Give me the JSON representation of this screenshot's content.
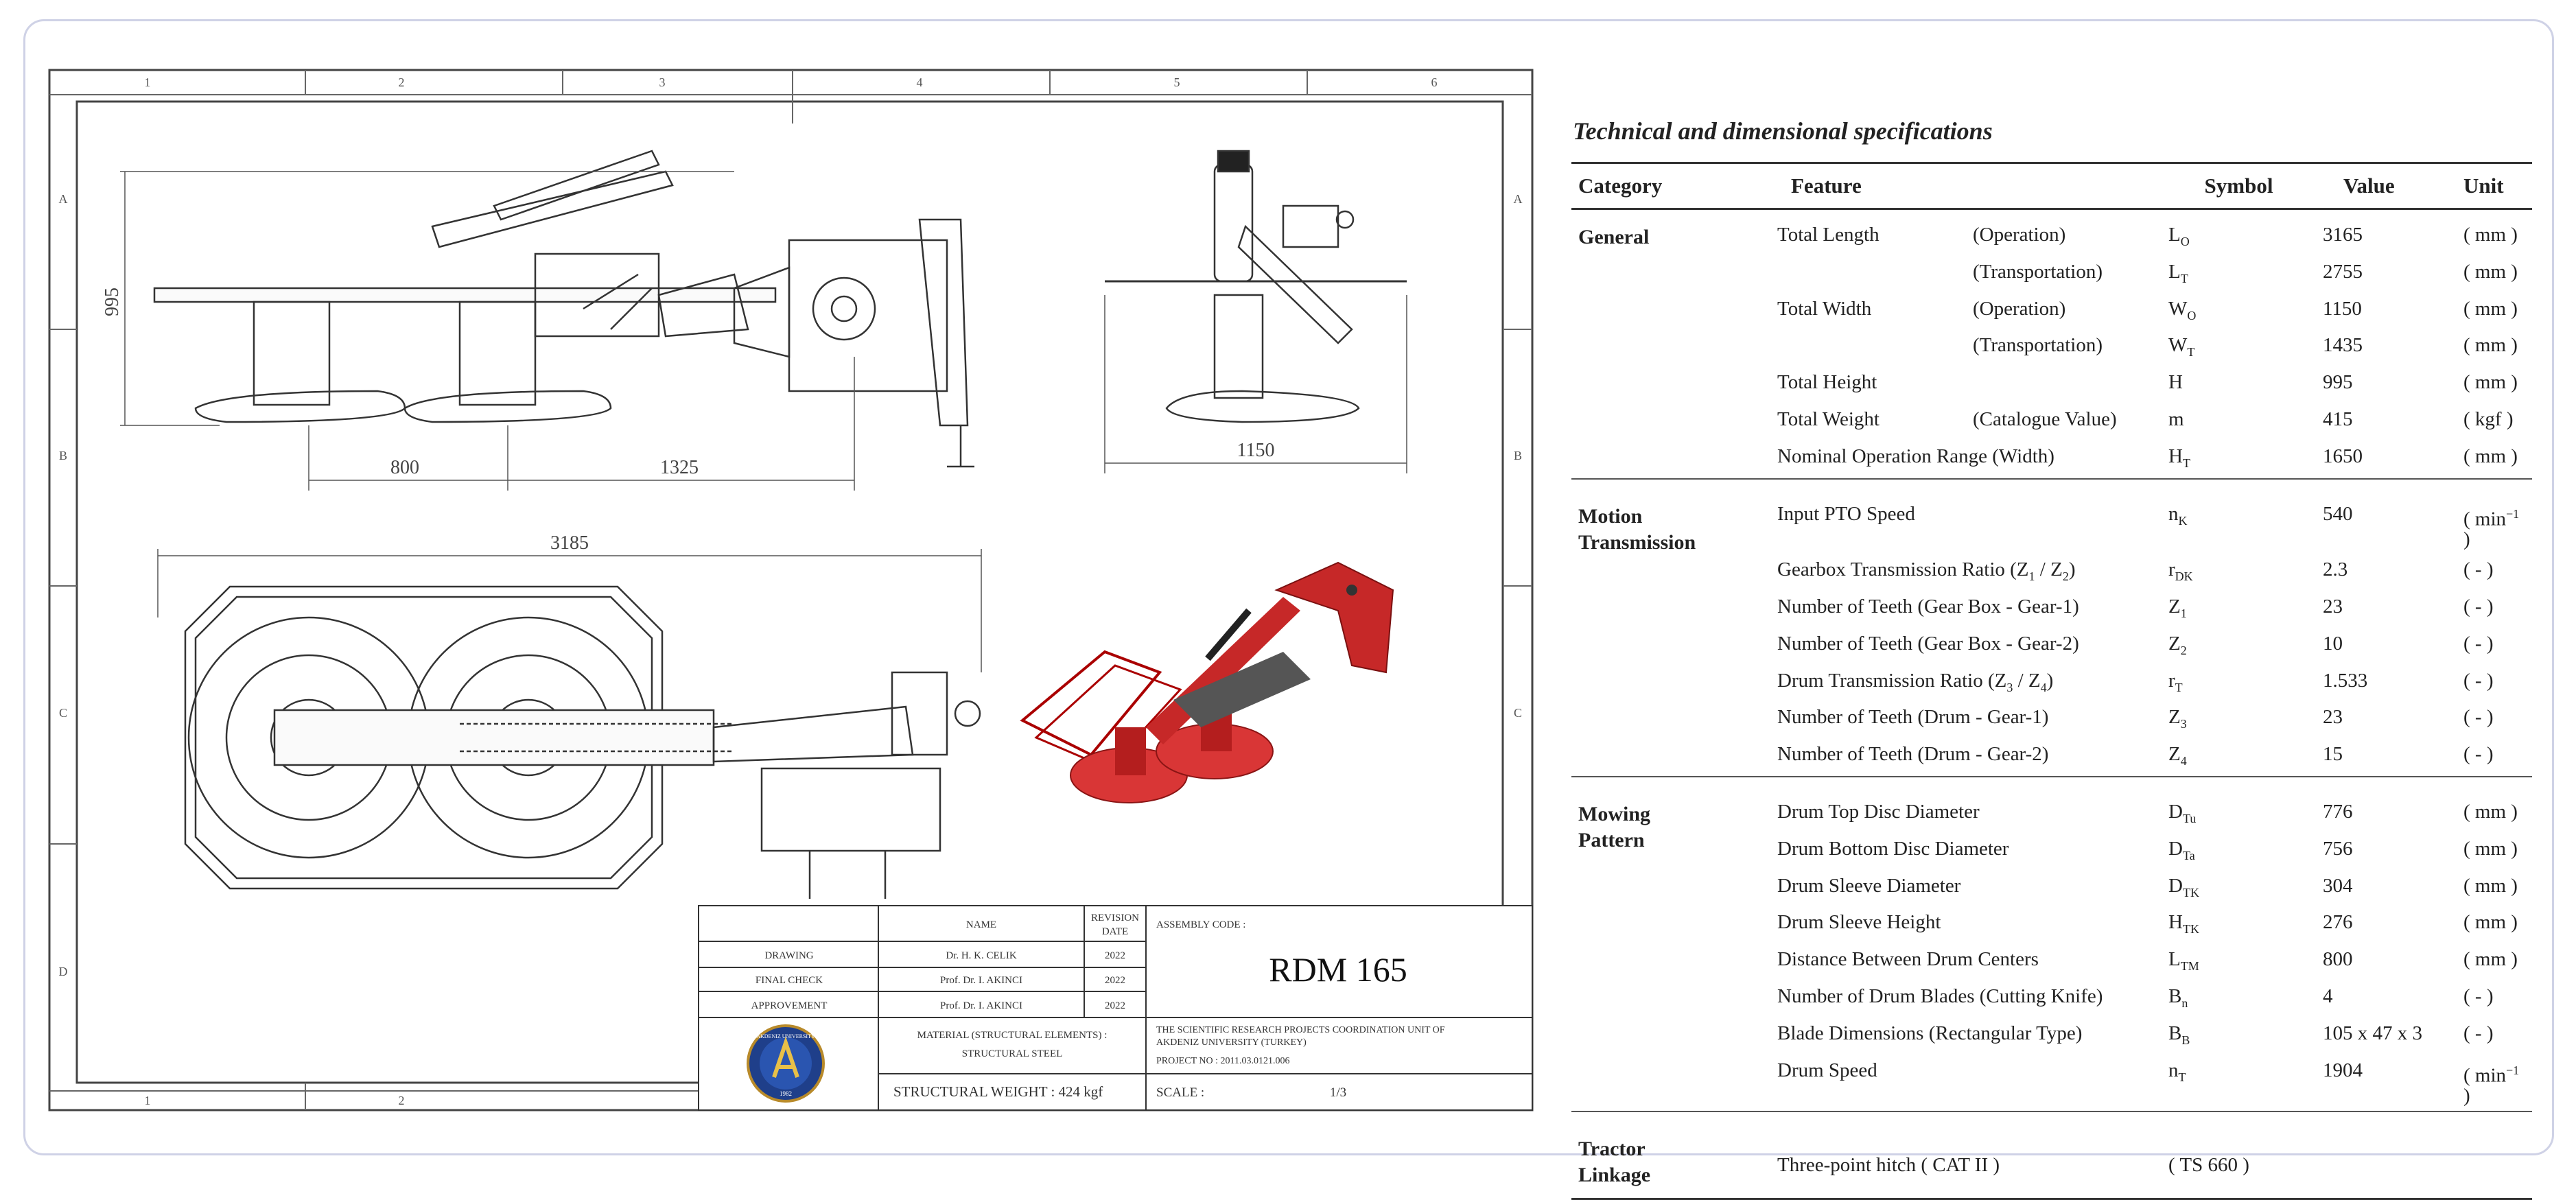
{
  "drawing": {
    "grid_top": [
      "1",
      "2",
      "3",
      "4",
      "5",
      "6"
    ],
    "grid_side": [
      "A",
      "B",
      "C",
      "D"
    ],
    "dims": {
      "height": "995",
      "d800": "800",
      "d1325": "1325",
      "width_side": "1150",
      "length": "3185"
    },
    "title_block": {
      "name_hdr": "NAME",
      "rev_hdr_1": "REVISION",
      "rev_hdr_2": "DATE",
      "asm_hdr": "ASSEMBLY CODE :",
      "rows": [
        {
          "role": "DRAWING",
          "name": "Dr. H. K. CELIK",
          "date": "2022"
        },
        {
          "role": "FINAL CHECK",
          "name": "Prof. Dr. I. AKINCI",
          "date": "2022"
        },
        {
          "role": "APPROVEMENT",
          "name": "Prof. Dr. I. AKINCI",
          "date": "2022"
        }
      ],
      "code": "RDM 165",
      "material_1": "MATERIAL (STRUCTURAL ELEMENTS) :",
      "material_2": "STRUCTURAL STEEL",
      "unit_1": "THE SCIENTIFIC RESEARCH PROJECTS COORDINATION UNIT OF",
      "unit_2": "AKDENIZ UNIVERSITY (TURKEY)",
      "project": "PROJECT NO : 2011.03.0121.006",
      "weight": "STRUCTURAL WEIGHT : 424 kgf",
      "scale_label": "SCALE :",
      "scale": "1/3",
      "logo_text": "AKDENIZ UNIVERSITY",
      "logo_year": "1982"
    }
  },
  "specs": {
    "title": "Technical and dimensional specifications",
    "headers": {
      "category": "Category",
      "feature": "Feature",
      "symbol": "Symbol",
      "value": "Value",
      "unit": "Unit"
    },
    "general": {
      "cat": "General",
      "rows": [
        {
          "f": "Total Length",
          "q": "(Operation)",
          "s": "L",
          "sub": "O",
          "v": "3165",
          "u": "( mm )"
        },
        {
          "f": "",
          "q": "(Transportation)",
          "s": "L",
          "sub": "T",
          "v": "2755",
          "u": "( mm )"
        },
        {
          "f": "Total Width",
          "q": "(Operation)",
          "s": "W",
          "sub": "O",
          "v": "1150",
          "u": "( mm )"
        },
        {
          "f": "",
          "q": "(Transportation)",
          "s": "W",
          "sub": "T",
          "v": "1435",
          "u": "( mm )"
        },
        {
          "f": "Total Height",
          "q": "",
          "s": "H",
          "sub": "",
          "v": "995",
          "u": "( mm )"
        },
        {
          "f": "Total Weight",
          "q": "(Catalogue Value)",
          "s": "m",
          "sub": "",
          "v": "415",
          "u": "( kgf )"
        },
        {
          "f": "Nominal Operation Range (Width)",
          "q": "",
          "s": "H",
          "sub": "T",
          "v": "1650",
          "u": "( mm )"
        }
      ]
    },
    "motion": {
      "cat1": "Motion",
      "cat2": "Transmission",
      "r0_f": "Input PTO Speed",
      "r0_s": "n",
      "r0_sub": "K",
      "r0_v": "540",
      "r0_u1": "( min",
      "r0_sup": "−1",
      "r0_u2": " )",
      "r1_f1": "Gearbox Transmission Ratio (Z",
      "r1_a": "1",
      "r1_f2": " / Z",
      "r1_b": "2",
      "r1_f3": ")",
      "r1_s": "r",
      "r1_sub": "DK",
      "r1_v": "2.3",
      "r1_u": "( - )",
      "r2_f": "Number of Teeth (Gear Box - Gear-1)",
      "r2_s": "Z",
      "r2_sub": "1",
      "r2_v": "23",
      "r2_u": "( - )",
      "r3_f": "Number of Teeth (Gear Box - Gear-2)",
      "r3_s": "Z",
      "r3_sub": "2",
      "r3_v": "10",
      "r3_u": "( - )",
      "r4_f1": "Drum Transmission Ratio (Z",
      "r4_a": "3",
      "r4_f2": " / Z",
      "r4_b": "4",
      "r4_f3": ")",
      "r4_s": "r",
      "r4_sub": "T",
      "r4_v": "1.533",
      "r4_u": "( - )",
      "r5_f": "Number of Teeth (Drum - Gear-1)",
      "r5_s": "Z",
      "r5_sub": "3",
      "r5_v": "23",
      "r5_u": "( - )",
      "r6_f": "Number of Teeth (Drum - Gear-2)",
      "r6_s": "Z",
      "r6_sub": "4",
      "r6_v": "15",
      "r6_u": "( - )"
    },
    "mowing": {
      "cat1": "Mowing",
      "cat2": "Pattern",
      "rows": [
        {
          "f": "Drum Top Disc Diameter",
          "s": "D",
          "sub": "Tu",
          "v": "776",
          "u": "( mm )"
        },
        {
          "f": "Drum Bottom Disc Diameter",
          "s": "D",
          "sub": "Ta",
          "v": "756",
          "u": "( mm )"
        },
        {
          "f": "Drum Sleeve Diameter",
          "s": "D",
          "sub": "TK",
          "v": "304",
          "u": "( mm )"
        },
        {
          "f": "Drum Sleeve Height",
          "s": "H",
          "sub": "TK",
          "v": "276",
          "u": "( mm )"
        },
        {
          "f": "Distance Between Drum Centers",
          "s": "L",
          "sub": "TM",
          "v": "800",
          "u": "( mm )"
        },
        {
          "f": "Number of Drum Blades (Cutting Knife)",
          "s": "B",
          "sub": "n",
          "v": "4",
          "u": "( - )"
        },
        {
          "f": "Blade Dimensions (Rectangular Type)",
          "s": "B",
          "sub": "B",
          "v": "105 x 47 x 3",
          "u": "( - )"
        }
      ],
      "last_f": "Drum Speed",
      "last_s": "n",
      "last_sub": "T",
      "last_v": "1904",
      "last_u1": "( min",
      "last_sup": "−1",
      "last_u2": " )"
    },
    "tractor": {
      "cat1": "Tractor",
      "cat2": "Linkage",
      "f": "Three-point hitch ( CAT II )",
      "s": "( TS 660 )"
    }
  }
}
